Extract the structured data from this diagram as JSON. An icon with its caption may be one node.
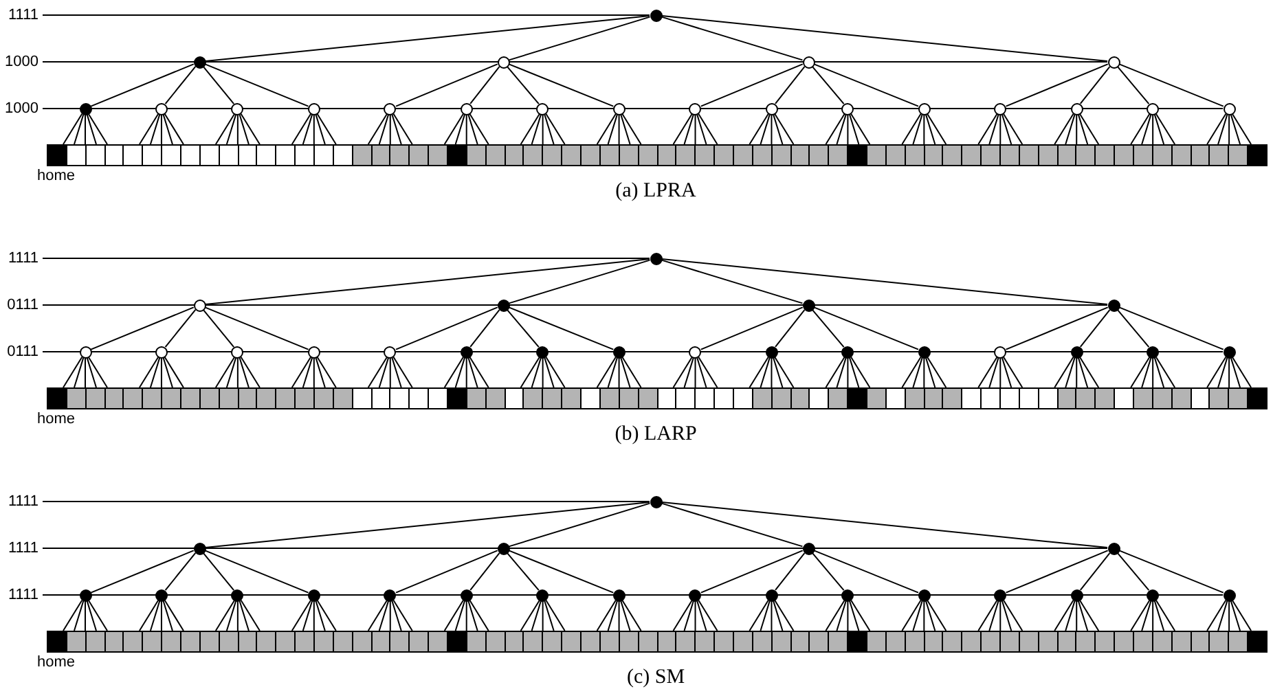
{
  "diagram": {
    "nodes": [
      {
        "text": [],
        "shape": "circle"
      },
      {
        "text": [],
        "shape": "circle"
      },
      {
        "text": [],
        "shape": "circle"
      },
      {
        "text": [],
        "shape": "circle"
      },
      {
        "text": [],
        "shape": "circle"
      },
      {
        "text": [],
        "shape": "circle"
      },
      {
        "text": [],
        "shape": "circle"
      },
      {
        "text": [],
        "shape": "circle"
      },
      {
        "text": [],
        "shape": "circle"
      },
      {
        "text": [],
        "shape": "circle"
      },
      {
        "text": [],
        "shape": "circle"
      },
      {
        "text": [],
        "shape": "circle"
      },
      {
        "text": [],
        "shape": "circle"
      },
      {
        "text": [],
        "shape": "circle"
      },
      {
        "text": [],
        "shape": "circle"
      },
      {
        "text": [],
        "shape": "circle"
      },
      {
        "text": [],
        "shape": "circle"
      },
      {
        "text": [],
        "shape": "circle"
      },
      {
        "text": [],
        "shape": "circle"
      },
      {
        "text": [],
        "shape": "circle"
      },
      {
        "text": [],
        "shape": "circle"
      },
      {
        "text": [],
        "shape": "bar"
      },
      {
        "text": [],
        "shape": "circle"
      },
      {
        "text": [],
        "shape": "circle"
      },
      {
        "text": [],
        "shape": "circle"
      },
      {
        "text": [],
        "shape": "circle"
      },
      {
        "text": [],
        "shape": "circle"
      },
      {
        "text": [],
        "shape": "circle"
      },
      {
        "text": [],
        "shape": "circle"
      },
      {
        "text": [],
        "shape": "circle"
      },
      {
        "text": [],
        "shape": "circle"
      },
      {
        "text": [],
        "shape": "circle"
      },
      {
        "text": [],
        "shape": "circle"
      },
      {
        "text": [],
        "shape": "circle"
      },
      {
        "text": [],
        "shape": "circle"
      },
      {
        "text": [],
        "shape": "circle"
      },
      {
        "text": [],
        "shape": "circle"
      },
      {
        "text": [],
        "shape": "circle"
      },
      {
        "text": [],
        "shape": "circle"
      },
      {
        "text": [],
        "shape": "circle"
      },
      {
        "text": [],
        "shape": "circle"
      },
      {
        "text": [],
        "shape": "circle"
      },
      {
        "text": [],
        "shape": "circle"
      },
      {
        "text": [],
        "shape": "bar"
      },
      {
        "text": [],
        "shape": "circle"
      },
      {
        "text": [],
        "shape": "circle"
      },
      {
        "text": [],
        "shape": "circle"
      },
      {
        "text": [],
        "shape": "circle"
      },
      {
        "text": [],
        "shape": "circle"
      },
      {
        "text": [],
        "shape": "circle"
      },
      {
        "text": [],
        "shape": "circle"
      },
      {
        "text": [],
        "shape": "circle"
      },
      {
        "text": [],
        "shape": "circle"
      },
      {
        "text": [],
        "shape": "circle"
      },
      {
        "text": [],
        "shape": "circle"
      },
      {
        "text": [],
        "shape": "circle"
      },
      {
        "text": [],
        "shape": "circle"
      },
      {
        "text": [],
        "shape": "circle"
      },
      {
        "text": [],
        "shape": "circle"
      },
      {
        "text": [],
        "shape": "circle"
      },
      {
        "text": [],
        "shape": "circle"
      },
      {
        "text": [],
        "shape": "circle"
      },
      {
        "text": [],
        "shape": "circle"
      },
      {
        "text": [],
        "shape": "circle"
      },
      {
        "text": [],
        "shape": "circle"
      },
      {
        "text": [],
        "shape": "bar"
      },
      {
        "text": [
          "1111"
        ]
      },
      {
        "text": [
          "1000"
        ]
      },
      {
        "text": [
          "1000"
        ]
      },
      {
        "text": [
          "1111"
        ]
      },
      {
        "text": [
          "0111"
        ]
      },
      {
        "text": [
          "0111"
        ]
      },
      {
        "text": [
          "1111"
        ]
      },
      {
        "text": [
          "1111"
        ]
      },
      {
        "text": [
          "1111"
        ]
      }
    ],
    "edges": [
      {
        "from": 0,
        "to": 1,
        "arrow": "none"
      },
      {
        "from": 0,
        "to": 2,
        "arrow": "none"
      },
      {
        "from": 0,
        "to": 3,
        "arrow": "none"
      },
      {
        "from": 0,
        "to": 4,
        "arrow": "none"
      },
      {
        "from": 1,
        "to": 5,
        "arrow": "none"
      },
      {
        "from": 1,
        "to": 6,
        "arrow": "none"
      },
      {
        "from": 1,
        "to": 7,
        "arrow": "none"
      },
      {
        "from": 1,
        "to": 8,
        "arrow": "none"
      },
      {
        "from": 2,
        "to": 9,
        "arrow": "none"
      },
      {
        "from": 2,
        "to": 10,
        "arrow": "none"
      },
      {
        "from": 2,
        "to": 11,
        "arrow": "none"
      },
      {
        "from": 2,
        "to": 12,
        "arrow": "none"
      },
      {
        "from": 3,
        "to": 13,
        "arrow": "none"
      },
      {
        "from": 3,
        "to": 14,
        "arrow": "none"
      },
      {
        "from": 3,
        "to": 15,
        "arrow": "none"
      },
      {
        "from": 3,
        "to": 16,
        "arrow": "none"
      },
      {
        "from": 4,
        "to": 17,
        "arrow": "none"
      },
      {
        "from": 4,
        "to": 18,
        "arrow": "none"
      },
      {
        "from": 4,
        "to": 19,
        "arrow": "none"
      },
      {
        "from": 4,
        "to": 20,
        "arrow": "none"
      },
      {
        "from": 5,
        "to": 21,
        "arrow": "none"
      },
      {
        "from": 5,
        "to": 21,
        "arrow": "none"
      },
      {
        "from": 5,
        "to": 21,
        "arrow": "none"
      },
      {
        "from": 5,
        "to": 21,
        "arrow": "none"
      },
      {
        "from": 5,
        "to": 21,
        "arrow": "none"
      },
      {
        "from": 6,
        "to": 21,
        "arrow": "none"
      },
      {
        "from": 6,
        "to": 21,
        "arrow": "none"
      },
      {
        "from": 6,
        "to": 21,
        "arrow": "none"
      },
      {
        "from": 6,
        "to": 21,
        "arrow": "none"
      },
      {
        "from": 6,
        "to": 21,
        "arrow": "none"
      },
      {
        "from": 7,
        "to": 21,
        "arrow": "none"
      },
      {
        "from": 7,
        "to": 21,
        "arrow": "none"
      },
      {
        "from": 7,
        "to": 21,
        "arrow": "none"
      },
      {
        "from": 7,
        "to": 21,
        "arrow": "none"
      },
      {
        "from": 7,
        "to": 21,
        "arrow": "none"
      },
      {
        "from": 8,
        "to": 21,
        "arrow": "none"
      },
      {
        "from": 8,
        "to": 21,
        "arrow": "none"
      },
      {
        "from": 8,
        "to": 21,
        "arrow": "none"
      },
      {
        "from": 8,
        "to": 21,
        "arrow": "none"
      },
      {
        "from": 8,
        "to": 21,
        "arrow": "none"
      },
      {
        "from": 9,
        "to": 21,
        "arrow": "none"
      },
      {
        "from": 9,
        "to": 21,
        "arrow": "none"
      },
      {
        "from": 9,
        "to": 21,
        "arrow": "none"
      },
      {
        "from": 9,
        "to": 21,
        "arrow": "none"
      },
      {
        "from": 9,
        "to": 21,
        "arrow": "none"
      },
      {
        "from": 10,
        "to": 21,
        "arrow": "none"
      },
      {
        "from": 10,
        "to": 21,
        "arrow": "none"
      },
      {
        "from": 10,
        "to": 21,
        "arrow": "none"
      },
      {
        "from": 10,
        "to": 21,
        "arrow": "none"
      },
      {
        "from": 10,
        "to": 21,
        "arrow": "none"
      },
      {
        "from": 11,
        "to": 21,
        "arrow": "none"
      },
      {
        "from": 11,
        "to": 21,
        "arrow": "none"
      },
      {
        "from": 11,
        "to": 21,
        "arrow": "none"
      },
      {
        "from": 11,
        "to": 21,
        "arrow": "none"
      },
      {
        "from": 11,
        "to": 21,
        "arrow": "none"
      },
      {
        "from": 12,
        "to": 21,
        "arrow": "none"
      },
      {
        "from": 12,
        "to": 21,
        "arrow": "none"
      },
      {
        "from": 12,
        "to": 21,
        "arrow": "none"
      },
      {
        "from": 12,
        "to": 21,
        "arrow": "none"
      },
      {
        "from": 12,
        "to": 21,
        "arrow": "none"
      },
      {
        "from": 13,
        "to": 21,
        "arrow": "none"
      },
      {
        "from": 13,
        "to": 21,
        "arrow": "none"
      },
      {
        "from": 13,
        "to": 21,
        "arrow": "none"
      },
      {
        "from": 13,
        "to": 21,
        "arrow": "none"
      },
      {
        "from": 13,
        "to": 21,
        "arrow": "none"
      },
      {
        "from": 14,
        "to": 21,
        "arrow": "none"
      },
      {
        "from": 14,
        "to": 21,
        "arrow": "none"
      },
      {
        "from": 14,
        "to": 21,
        "arrow": "none"
      },
      {
        "from": 14,
        "to": 21,
        "arrow": "none"
      },
      {
        "from": 14,
        "to": 21,
        "arrow": "none"
      },
      {
        "from": 15,
        "to": 21,
        "arrow": "none"
      },
      {
        "from": 15,
        "to": 21,
        "arrow": "none"
      },
      {
        "from": 15,
        "to": 21,
        "arrow": "none"
      },
      {
        "from": 15,
        "to": 21,
        "arrow": "none"
      },
      {
        "from": 15,
        "to": 21,
        "arrow": "none"
      },
      {
        "from": 16,
        "to": 21,
        "arrow": "none"
      },
      {
        "from": 16,
        "to": 21,
        "arrow": "none"
      },
      {
        "from": 16,
        "to": 21,
        "arrow": "none"
      },
      {
        "from": 16,
        "to": 21,
        "arrow": "none"
      },
      {
        "from": 16,
        "to": 21,
        "arrow": "none"
      },
      {
        "from": 17,
        "to": 21,
        "arrow": "none"
      },
      {
        "from": 17,
        "to": 21,
        "arrow": "none"
      },
      {
        "from": 17,
        "to": 21,
        "arrow": "none"
      },
      {
        "from": 17,
        "to": 21,
        "arrow": "none"
      },
      {
        "from": 17,
        "to": 21,
        "arrow": "none"
      },
      {
        "from": 18,
        "to": 21,
        "arrow": "none"
      },
      {
        "from": 18,
        "to": 21,
        "arrow": "none"
      },
      {
        "from": 18,
        "to": 21,
        "arrow": "none"
      },
      {
        "from": 18,
        "to": 21,
        "arrow": "none"
      },
      {
        "from": 18,
        "to": 21,
        "arrow": "none"
      },
      {
        "from": 19,
        "to": 21,
        "arrow": "none"
      },
      {
        "from": 19,
        "to": 21,
        "arrow": "none"
      },
      {
        "from": 19,
        "to": 21,
        "arrow": "none"
      },
      {
        "from": 19,
        "to": 21,
        "arrow": "none"
      },
      {
        "from": 19,
        "to": 21,
        "arrow": "none"
      },
      {
        "from": 20,
        "to": 21,
        "arrow": "none"
      },
      {
        "from": 20,
        "to": 21,
        "arrow": "none"
      },
      {
        "from": 20,
        "to": 21,
        "arrow": "none"
      },
      {
        "from": 20,
        "to": 21,
        "arrow": "none"
      },
      {
        "from": 20,
        "to": 21,
        "arrow": "none"
      },
      {
        "from": 22,
        "to": 23,
        "arrow": "none"
      },
      {
        "from": 22,
        "to": 24,
        "arrow": "none"
      },
      {
        "from": 22,
        "to": 25,
        "arrow": "none"
      },
      {
        "from": 22,
        "to": 26,
        "arrow": "none"
      },
      {
        "from": 23,
        "to": 27,
        "arrow": "none"
      },
      {
        "from": 23,
        "to": 28,
        "arrow": "none"
      },
      {
        "from": 23,
        "to": 29,
        "arrow": "none"
      },
      {
        "from": 23,
        "to": 30,
        "arrow": "none"
      },
      {
        "from": 24,
        "to": 31,
        "arrow": "none"
      },
      {
        "from": 24,
        "to": 32,
        "arrow": "none"
      },
      {
        "from": 24,
        "to": 33,
        "arrow": "none"
      },
      {
        "from": 24,
        "to": 34,
        "arrow": "none"
      },
      {
        "from": 25,
        "to": 35,
        "arrow": "none"
      },
      {
        "from": 25,
        "to": 36,
        "arrow": "none"
      },
      {
        "from": 25,
        "to": 37,
        "arrow": "none"
      },
      {
        "from": 25,
        "to": 38,
        "arrow": "none"
      },
      {
        "from": 26,
        "to": 39,
        "arrow": "none"
      },
      {
        "from": 26,
        "to": 40,
        "arrow": "none"
      },
      {
        "from": 26,
        "to": 41,
        "arrow": "none"
      },
      {
        "from": 26,
        "to": 42,
        "arrow": "none"
      },
      {
        "from": 27,
        "to": 43,
        "arrow": "none"
      },
      {
        "from": 27,
        "to": 43,
        "arrow": "none"
      },
      {
        "from": 27,
        "to": 43,
        "arrow": "none"
      },
      {
        "from": 27,
        "to": 43,
        "arrow": "none"
      },
      {
        "from": 27,
        "to": 43,
        "arrow": "none"
      },
      {
        "from": 28,
        "to": 43,
        "arrow": "none"
      },
      {
        "from": 28,
        "to": 43,
        "arrow": "none"
      },
      {
        "from": 28,
        "to": 43,
        "arrow": "none"
      },
      {
        "from": 28,
        "to": 43,
        "arrow": "none"
      },
      {
        "from": 28,
        "to": 43,
        "arrow": "none"
      },
      {
        "from": 29,
        "to": 43,
        "arrow": "none"
      },
      {
        "from": 29,
        "to": 43,
        "arrow": "none"
      },
      {
        "from": 29,
        "to": 43,
        "arrow": "none"
      },
      {
        "from": 29,
        "to": 43,
        "arrow": "none"
      },
      {
        "from": 29,
        "to": 43,
        "arrow": "none"
      },
      {
        "from": 30,
        "to": 43,
        "arrow": "none"
      },
      {
        "from": 30,
        "to": 43,
        "arrow": "none"
      },
      {
        "from": 30,
        "to": 43,
        "arrow": "none"
      },
      {
        "from": 30,
        "to": 43,
        "arrow": "none"
      },
      {
        "from": 30,
        "to": 43,
        "arrow": "none"
      },
      {
        "from": 31,
        "to": 43,
        "arrow": "none"
      },
      {
        "from": 31,
        "to": 43,
        "arrow": "none"
      },
      {
        "from": 31,
        "to": 43,
        "arrow": "none"
      },
      {
        "from": 31,
        "to": 43,
        "arrow": "none"
      },
      {
        "from": 31,
        "to": 43,
        "arrow": "none"
      },
      {
        "from": 32,
        "to": 43,
        "arrow": "none"
      },
      {
        "from": 32,
        "to": 43,
        "arrow": "none"
      },
      {
        "from": 32,
        "to": 43,
        "arrow": "none"
      },
      {
        "from": 32,
        "to": 43,
        "arrow": "none"
      },
      {
        "from": 32,
        "to": 43,
        "arrow": "none"
      },
      {
        "from": 33,
        "to": 43,
        "arrow": "none"
      },
      {
        "from": 33,
        "to": 43,
        "arrow": "none"
      },
      {
        "from": 33,
        "to": 43,
        "arrow": "none"
      },
      {
        "from": 33,
        "to": 43,
        "arrow": "none"
      },
      {
        "from": 33,
        "to": 43,
        "arrow": "none"
      },
      {
        "from": 34,
        "to": 43,
        "arrow": "none"
      },
      {
        "from": 34,
        "to": 43,
        "arrow": "none"
      },
      {
        "from": 34,
        "to": 43,
        "arrow": "none"
      },
      {
        "from": 34,
        "to": 43,
        "arrow": "none"
      },
      {
        "from": 34,
        "to": 43,
        "arrow": "none"
      },
      {
        "from": 35,
        "to": 43,
        "arrow": "none"
      },
      {
        "from": 35,
        "to": 43,
        "arrow": "none"
      },
      {
        "from": 35,
        "to": 43,
        "arrow": "none"
      },
      {
        "from": 35,
        "to": 43,
        "arrow": "none"
      },
      {
        "from": 35,
        "to": 43,
        "arrow": "none"
      },
      {
        "from": 36,
        "to": 43,
        "arrow": "none"
      },
      {
        "from": 36,
        "to": 43,
        "arrow": "none"
      },
      {
        "from": 36,
        "to": 43,
        "arrow": "none"
      },
      {
        "from": 36,
        "to": 43,
        "arrow": "none"
      },
      {
        "from": 36,
        "to": 43,
        "arrow": "none"
      },
      {
        "from": 37,
        "to": 43,
        "arrow": "none"
      },
      {
        "from": 37,
        "to": 43,
        "arrow": "none"
      },
      {
        "from": 37,
        "to": 43,
        "arrow": "none"
      },
      {
        "from": 37,
        "to": 43,
        "arrow": "none"
      },
      {
        "from": 37,
        "to": 43,
        "arrow": "none"
      },
      {
        "from": 38,
        "to": 43,
        "arrow": "none"
      },
      {
        "from": 38,
        "to": 43,
        "arrow": "none"
      },
      {
        "from": 38,
        "to": 43,
        "arrow": "none"
      },
      {
        "from": 38,
        "to": 43,
        "arrow": "none"
      },
      {
        "from": 38,
        "to": 43,
        "arrow": "none"
      },
      {
        "from": 39,
        "to": 43,
        "arrow": "none"
      },
      {
        "from": 39,
        "to": 43,
        "arrow": "none"
      },
      {
        "from": 39,
        "to": 43,
        "arrow": "none"
      },
      {
        "from": 39,
        "to": 43,
        "arrow": "none"
      },
      {
        "from": 39,
        "to": 43,
        "arrow": "none"
      },
      {
        "from": 40,
        "to": 43,
        "arrow": "none"
      },
      {
        "from": 40,
        "to": 43,
        "arrow": "none"
      },
      {
        "from": 40,
        "to": 43,
        "arrow": "none"
      },
      {
        "from": 40,
        "to": 43,
        "arrow": "none"
      },
      {
        "from": 40,
        "to": 43,
        "arrow": "none"
      },
      {
        "from": 41,
        "to": 43,
        "arrow": "none"
      },
      {
        "from": 41,
        "to": 43,
        "arrow": "none"
      },
      {
        "from": 41,
        "to": 43,
        "arrow": "none"
      },
      {
        "from": 41,
        "to": 43,
        "arrow": "none"
      },
      {
        "from": 41,
        "to": 43,
        "arrow": "none"
      },
      {
        "from": 42,
        "to": 43,
        "arrow": "none"
      },
      {
        "from": 42,
        "to": 43,
        "arrow": "none"
      },
      {
        "from": 42,
        "to": 43,
        "arrow": "none"
      },
      {
        "from": 42,
        "to": 43,
        "arrow": "none"
      },
      {
        "from": 42,
        "to": 43,
        "arrow": "none"
      },
      {
        "from": 44,
        "to": 45,
        "arrow": "none"
      },
      {
        "from": 44,
        "to": 46,
        "arrow": "none"
      },
      {
        "from": 44,
        "to": 47,
        "arrow": "none"
      },
      {
        "from": 44,
        "to": 48,
        "arrow": "none"
      },
      {
        "from": 45,
        "to": 49,
        "arrow": "none"
      },
      {
        "from": 45,
        "to": 50,
        "arrow": "none"
      },
      {
        "from": 45,
        "to": 51,
        "arrow": "none"
      },
      {
        "from": 45,
        "to": 52,
        "arrow": "none"
      },
      {
        "from": 46,
        "to": 53,
        "arrow": "none"
      },
      {
        "from": 46,
        "to": 54,
        "arrow": "none"
      },
      {
        "from": 46,
        "to": 55,
        "arrow": "none"
      },
      {
        "from": 46,
        "to": 56,
        "arrow": "none"
      },
      {
        "from": 47,
        "to": 57,
        "arrow": "none"
      },
      {
        "from": 47,
        "to": 58,
        "arrow": "none"
      },
      {
        "from": 47,
        "to": 59,
        "arrow": "none"
      },
      {
        "from": 47,
        "to": 60,
        "arrow": "none"
      },
      {
        "from": 48,
        "to": 61,
        "arrow": "none"
      },
      {
        "from": 48,
        "to": 62,
        "arrow": "none"
      },
      {
        "from": 48,
        "to": 63,
        "arrow": "none"
      },
      {
        "from": 48,
        "to": 64,
        "arrow": "none"
      },
      {
        "from": 49,
        "to": 65,
        "arrow": "none"
      },
      {
        "from": 49,
        "to": 65,
        "arrow": "none"
      },
      {
        "from": 49,
        "to": 65,
        "arrow": "none"
      },
      {
        "from": 49,
        "to": 65,
        "arrow": "none"
      },
      {
        "from": 49,
        "to": 65,
        "arrow": "none"
      },
      {
        "from": 50,
        "to": 65,
        "arrow": "none"
      },
      {
        "from": 50,
        "to": 65,
        "arrow": "none"
      },
      {
        "from": 50,
        "to": 65,
        "arrow": "none"
      },
      {
        "from": 50,
        "to": 65,
        "arrow": "none"
      },
      {
        "from": 50,
        "to": 65,
        "arrow": "none"
      },
      {
        "from": 51,
        "to": 65,
        "arrow": "none"
      },
      {
        "from": 51,
        "to": 65,
        "arrow": "none"
      },
      {
        "from": 51,
        "to": 65,
        "arrow": "none"
      },
      {
        "from": 51,
        "to": 65,
        "arrow": "none"
      },
      {
        "from": 51,
        "to": 65,
        "arrow": "none"
      },
      {
        "from": 52,
        "to": 65,
        "arrow": "none"
      },
      {
        "from": 52,
        "to": 65,
        "arrow": "none"
      },
      {
        "from": 52,
        "to": 65,
        "arrow": "none"
      },
      {
        "from": 52,
        "to": 65,
        "arrow": "none"
      },
      {
        "from": 52,
        "to": 65,
        "arrow": "none"
      },
      {
        "from": 53,
        "to": 65,
        "arrow": "none"
      },
      {
        "from": 53,
        "to": 65,
        "arrow": "none"
      },
      {
        "from": 53,
        "to": 65,
        "arrow": "none"
      },
      {
        "from": 53,
        "to": 65,
        "arrow": "none"
      },
      {
        "from": 53,
        "to": 65,
        "arrow": "none"
      },
      {
        "from": 54,
        "to": 65,
        "arrow": "none"
      },
      {
        "from": 54,
        "to": 65,
        "arrow": "none"
      },
      {
        "from": 54,
        "to": 65,
        "arrow": "none"
      },
      {
        "from": 54,
        "to": 65,
        "arrow": "none"
      },
      {
        "from": 54,
        "to": 65,
        "arrow": "none"
      },
      {
        "from": 55,
        "to": 65,
        "arrow": "none"
      },
      {
        "from": 55,
        "to": 65,
        "arrow": "none"
      },
      {
        "from": 55,
        "to": 65,
        "arrow": "none"
      },
      {
        "from": 55,
        "to": 65,
        "arrow": "none"
      },
      {
        "from": 55,
        "to": 65,
        "arrow": "none"
      },
      {
        "from": 56,
        "to": 65,
        "arrow": "none"
      },
      {
        "from": 56,
        "to": 65,
        "arrow": "none"
      },
      {
        "from": 56,
        "to": 65,
        "arrow": "none"
      },
      {
        "from": 56,
        "to": 65,
        "arrow": "none"
      },
      {
        "from": 56,
        "to": 65,
        "arrow": "none"
      },
      {
        "from": 57,
        "to": 65,
        "arrow": "none"
      },
      {
        "from": 57,
        "to": 65,
        "arrow": "none"
      },
      {
        "from": 57,
        "to": 65,
        "arrow": "none"
      },
      {
        "from": 57,
        "to": 65,
        "arrow": "none"
      },
      {
        "from": 57,
        "to": 65,
        "arrow": "none"
      },
      {
        "from": 58,
        "to": 65,
        "arrow": "none"
      },
      {
        "from": 58,
        "to": 65,
        "arrow": "none"
      },
      {
        "from": 58,
        "to": 65,
        "arrow": "none"
      },
      {
        "from": 58,
        "to": 65,
        "arrow": "none"
      },
      {
        "from": 58,
        "to": 65,
        "arrow": "none"
      },
      {
        "from": 59,
        "to": 65,
        "arrow": "none"
      },
      {
        "from": 59,
        "to": 65,
        "arrow": "none"
      },
      {
        "from": 59,
        "to": 65,
        "arrow": "none"
      },
      {
        "from": 59,
        "to": 65,
        "arrow": "none"
      },
      {
        "from": 59,
        "to": 65,
        "arrow": "none"
      },
      {
        "from": 60,
        "to": 65,
        "arrow": "none"
      },
      {
        "from": 60,
        "to": 65,
        "arrow": "none"
      },
      {
        "from": 60,
        "to": 65,
        "arrow": "none"
      },
      {
        "from": 60,
        "to": 65,
        "arrow": "none"
      },
      {
        "from": 60,
        "to": 65,
        "arrow": "none"
      },
      {
        "from": 61,
        "to": 65,
        "arrow": "none"
      },
      {
        "from": 61,
        "to": 65,
        "arrow": "none"
      },
      {
        "from": 61,
        "to": 65,
        "arrow": "none"
      },
      {
        "from": 61,
        "to": 65,
        "arrow": "none"
      },
      {
        "from": 61,
        "to": 65,
        "arrow": "none"
      },
      {
        "from": 62,
        "to": 65,
        "arrow": "none"
      },
      {
        "from": 62,
        "to": 65,
        "arrow": "none"
      },
      {
        "from": 62,
        "to": 65,
        "arrow": "none"
      },
      {
        "from": 62,
        "to": 65,
        "arrow": "none"
      },
      {
        "from": 62,
        "to": 65,
        "arrow": "none"
      },
      {
        "from": 63,
        "to": 65,
        "arrow": "none"
      },
      {
        "from": 63,
        "to": 65,
        "arrow": "none"
      },
      {
        "from": 63,
        "to": 65,
        "arrow": "none"
      },
      {
        "from": 63,
        "to": 65,
        "arrow": "none"
      },
      {
        "from": 63,
        "to": 65,
        "arrow": "none"
      },
      {
        "from": 64,
        "to": 65,
        "arrow": "none"
      },
      {
        "from": 64,
        "to": 65,
        "arrow": "none"
      },
      {
        "from": 64,
        "to": 65,
        "arrow": "none"
      },
      {
        "from": 64,
        "to": 65,
        "arrow": "none"
      },
      {
        "from": 64,
        "to": 65,
        "arrow": "none"
      },
      {
        "from": 66,
        "to": 0,
        "arrow": "none"
      },
      {
        "from": 67,
        "to": 4,
        "arrow": "none"
      },
      {
        "from": 68,
        "to": 20,
        "arrow": "none"
      },
      {
        "from": 69,
        "to": 22,
        "arrow": "none"
      },
      {
        "from": 70,
        "to": 26,
        "arrow": "none"
      },
      {
        "from": 71,
        "to": 42,
        "arrow": "none"
      },
      {
        "from": 72,
        "to": 44,
        "arrow": "none"
      },
      {
        "from": 73,
        "to": 48,
        "arrow": "none"
      },
      {
        "from": 74,
        "to": 64,
        "arrow": "none"
      }
    ],
    "labels": [
      "home",
      "(a) LPRA",
      "home",
      "(b) LARP",
      "home",
      "(c) SM"
    ]
  }
}
